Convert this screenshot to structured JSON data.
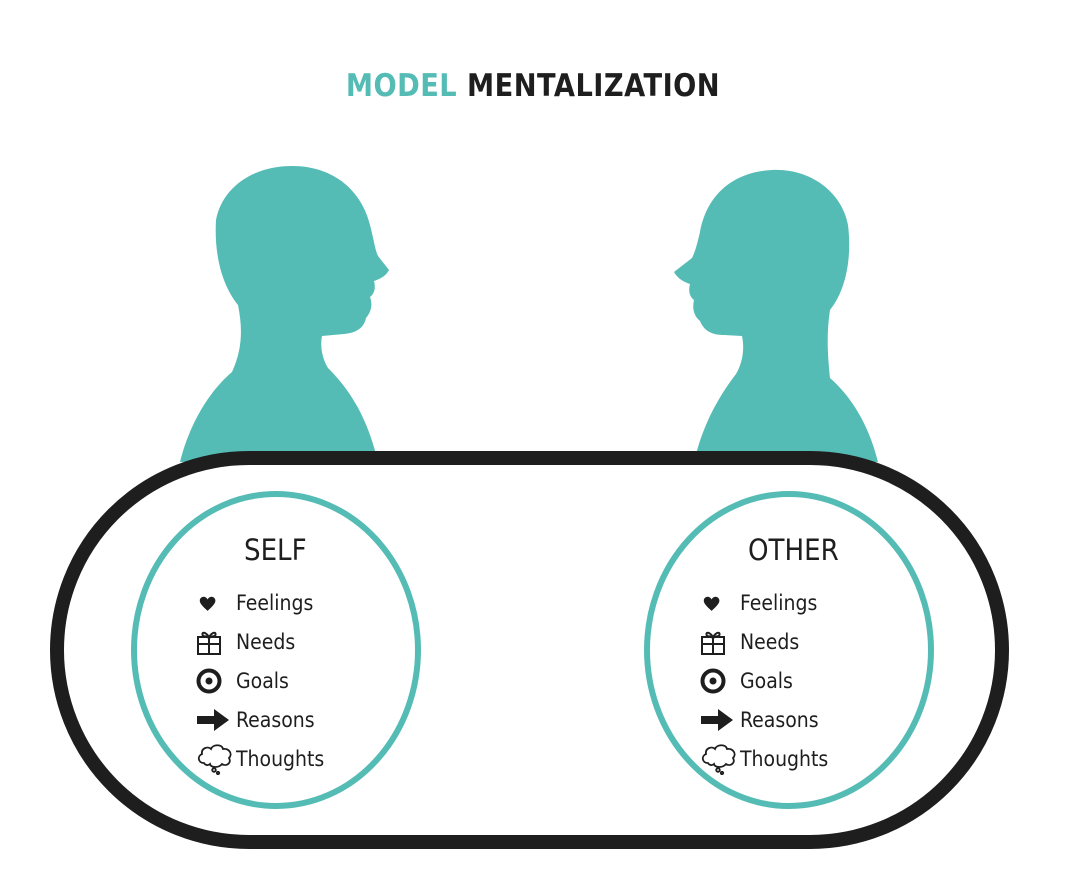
{
  "title": {
    "part1": "MODEL",
    "part2": "MENTALIZATION"
  },
  "colors": {
    "teal": "#54bcb4",
    "dark": "#1e1e1e"
  },
  "self": {
    "heading": "SELF",
    "items": [
      {
        "label": "Feelings",
        "icon": "heart-icon"
      },
      {
        "label": "Needs",
        "icon": "gift-icon"
      },
      {
        "label": "Goals",
        "icon": "target-icon"
      },
      {
        "label": "Reasons",
        "icon": "arrow-right-icon"
      },
      {
        "label": "Thoughts",
        "icon": "thought-cloud-icon"
      }
    ]
  },
  "other": {
    "heading": "OTHER",
    "items": [
      {
        "label": "Feelings",
        "icon": "heart-icon"
      },
      {
        "label": "Needs",
        "icon": "gift-icon"
      },
      {
        "label": "Goals",
        "icon": "target-icon"
      },
      {
        "label": "Reasons",
        "icon": "arrow-right-icon"
      },
      {
        "label": "Thoughts",
        "icon": "thought-cloud-icon"
      }
    ]
  }
}
